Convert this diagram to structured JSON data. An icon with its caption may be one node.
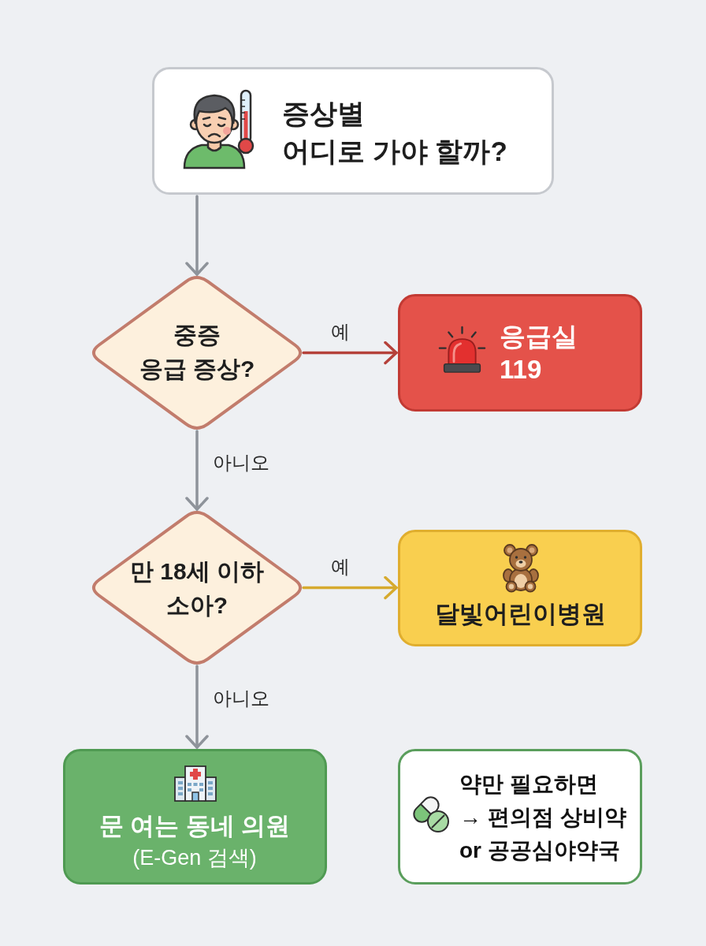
{
  "diagram": {
    "nodes": [
      {
        "text": [
          "증상별 어디로 가야 할까?"
        ]
      },
      {
        "text": [
          "중증 응급 증상?"
        ]
      },
      {
        "text": [
          "응급실",
          "119"
        ]
      },
      {
        "text": [
          "만 18세 이하 소아?"
        ]
      },
      {
        "text": [
          "달빛어린이병원"
        ]
      },
      {
        "text": [
          "문 여는 동네 의원",
          "(E-Gen 검색)"
        ]
      },
      {
        "text": [
          "약만 필요하면 → 편의점 상비약 or 공공심야약국"
        ]
      }
    ],
    "edges": [
      {
        "from": 0,
        "to": 1,
        "arrow": "to"
      },
      {
        "from": 1,
        "to": 2,
        "arrow": "to",
        "label": "예",
        "color": "#b5413a"
      },
      {
        "from": 1,
        "to": 3,
        "arrow": "to",
        "label": "아니오"
      },
      {
        "from": 3,
        "to": 4,
        "arrow": "to",
        "label": "예",
        "color": "#d6aa2e"
      },
      {
        "from": 3,
        "to": 5,
        "arrow": "to",
        "label": "아니오"
      }
    ]
  }
}
